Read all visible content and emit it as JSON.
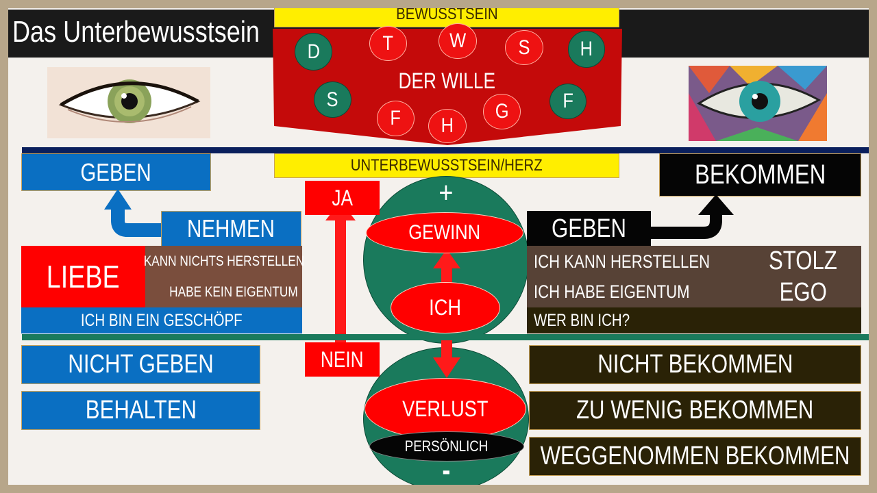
{
  "title": "Das Unterbewusstsein",
  "top_label": "BEWUSSTSEIN",
  "wille": {
    "label": "DER WILLE",
    "letters": [
      "D",
      "T",
      "W",
      "S",
      "H",
      "S",
      "F",
      "H",
      "G",
      "F"
    ]
  },
  "middle_label": "UNTERBEWUSSTSEIN/HERZ",
  "left": {
    "geben": "GEBEN",
    "nehmen": "NEHMEN",
    "liebe": "LIEBE",
    "kann_nichts": "KANN NICHTS HERSTELLEN",
    "kein_eigentum": "HABE KEIN EIGENTUM",
    "geschoepf": "ICH BIN EIN GESCHÖPF",
    "nicht_geben": "NICHT GEBEN",
    "behalten": "BEHALTEN"
  },
  "center": {
    "ja": "JA",
    "nein": "NEIN",
    "plus": "+",
    "minus": "-",
    "gewinn": "GEWINN",
    "ich": "ICH",
    "verlust": "VERLUST",
    "persoenlich": "PERSÖNLICH"
  },
  "right": {
    "bekommen": "BEKOMMEN",
    "geben": "GEBEN",
    "kann_herstellen": "ICH KANN HERSTELLEN",
    "habe_eigentum": "ICH HABE EIGENTUM",
    "wer_bin_ich": "WER BIN ICH?",
    "stolz": "STOLZ",
    "ego": "EGO",
    "nicht_bekommen": "NICHT BEKOMMEN",
    "zu_wenig": "ZU WENIG BEKOMMEN",
    "weggenommen": "WEGGENOMMEN BEKOMMEN"
  },
  "colors": {
    "red": "#ff0000",
    "blue": "#0a6fc2",
    "green": "#1a7a5c",
    "yellow": "#ffee00",
    "dark_olive": "#2a2206",
    "brown": "#7a4e3d",
    "navy_line": "#0a1f5c"
  }
}
